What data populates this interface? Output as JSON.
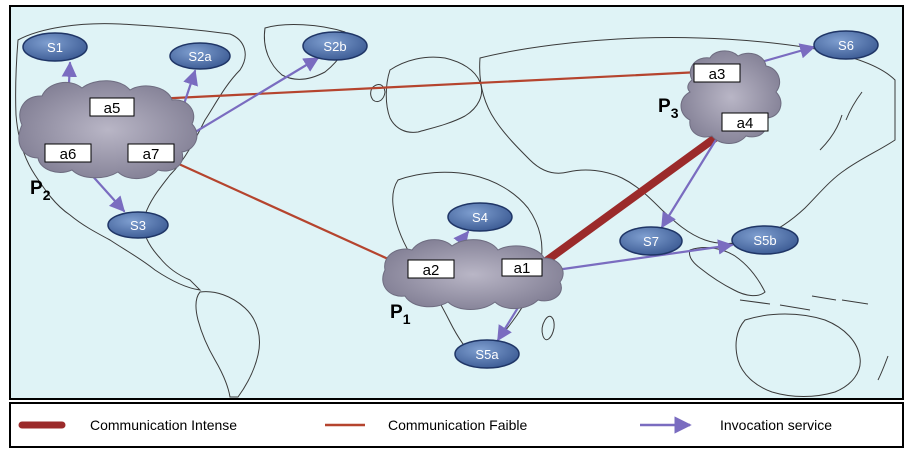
{
  "colors": {
    "ocean": "#dff3f6",
    "land_stroke": "#3a3a3a",
    "cloud": "#8e8c9e",
    "service_fill": "#4d6fa8",
    "intense": "#9b2a2a",
    "faible": "#b5442e",
    "invocation": "#7a6cc0"
  },
  "processors": [
    {
      "id": "P1",
      "letter": "P",
      "sub": "1"
    },
    {
      "id": "P2",
      "letter": "P",
      "sub": "2"
    },
    {
      "id": "P3",
      "letter": "P",
      "sub": "3"
    }
  ],
  "agents": [
    "a1",
    "a2",
    "a3",
    "a4",
    "a5",
    "a6",
    "a7"
  ],
  "services": [
    "S1",
    "S2a",
    "S2b",
    "S3",
    "S4",
    "S5a",
    "S5b",
    "S6",
    "S7"
  ],
  "legend": {
    "intense": "Communication Intense",
    "faible": "Communication Faible",
    "invocation": "Invocation service"
  }
}
